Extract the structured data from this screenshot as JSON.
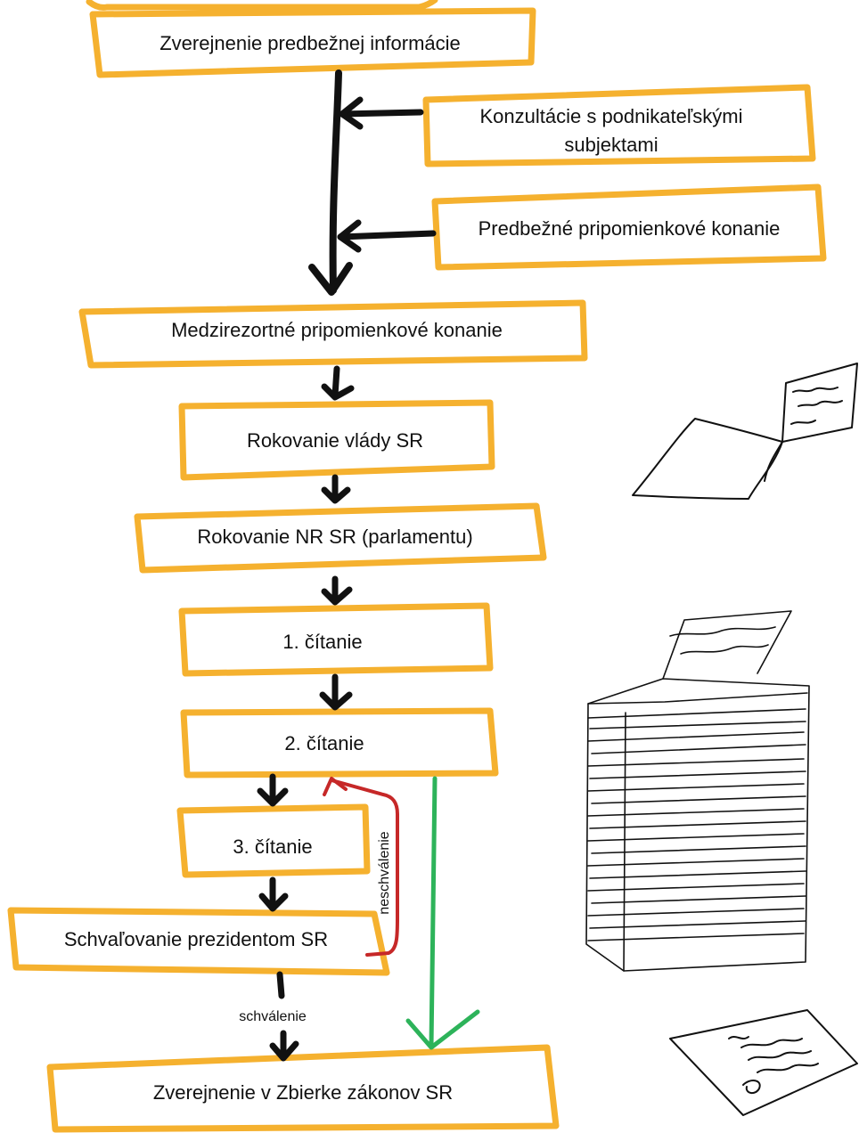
{
  "colors": {
    "box_border": "#F5B12F",
    "arrow_main": "#111111",
    "arrow_reject": "#C62828",
    "arrow_approve": "#2DB35A",
    "sketch": "#111111"
  },
  "steps": {
    "predbezna_informacia": "Zverejnenie predbežnej informácie",
    "konzultacie_line1": "Konzultácie s podnikateľskými",
    "konzultacie_line2": "subjektami",
    "predbezne_pripomienkove": "Predbežné pripomienkové konanie",
    "medzirezortne": "Medzirezortné pripomienkové konanie",
    "rokovanie_vlady": "Rokovanie vlády SR",
    "rokovanie_nr": "Rokovanie NR SR (parlamentu)",
    "citanie_1": "1. čítanie",
    "citanie_2": "2. čítanie",
    "citanie_3": "3. čítanie",
    "schvalovanie_prezidentom": "Schvaľovanie prezidentom SR",
    "zbierka_zakonov": "Zverejnenie v Zbierke zákonov SR"
  },
  "edges": {
    "rejection_label": "neschválenie",
    "approval_label": "schválenie"
  },
  "illustrations": [
    "document-sheet-sketch",
    "paper-stack-sketch",
    "signed-paper-sketch"
  ]
}
